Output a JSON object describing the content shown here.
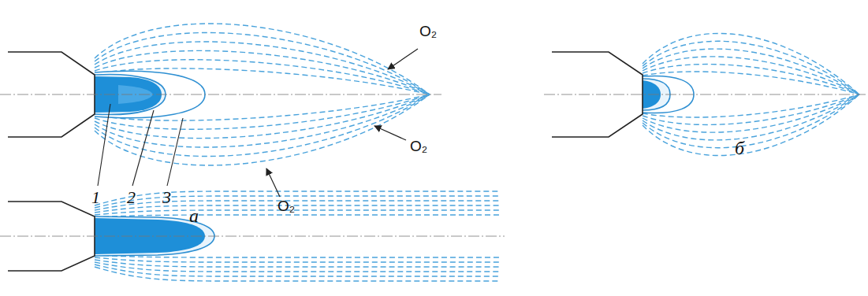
{
  "diagram": {
    "labels": [
      "O₂",
      "O₂",
      "O₂",
      "1",
      "2",
      "3",
      "а",
      "б"
    ]
  }
}
